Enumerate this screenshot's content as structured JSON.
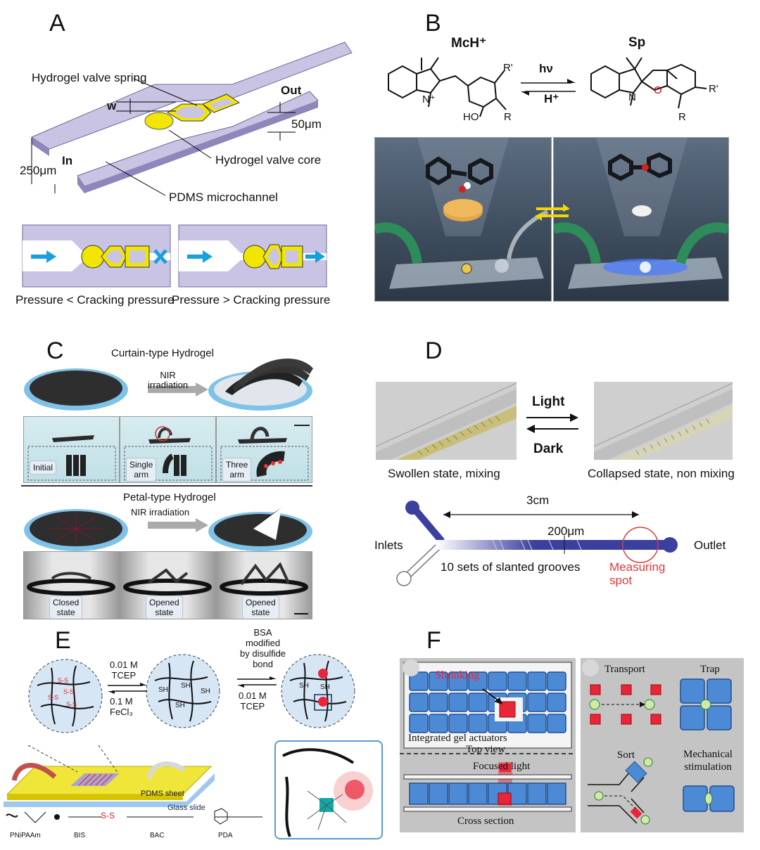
{
  "panels": {
    "a": {
      "letter": "A",
      "spring_label": "Hydrogel valve spring",
      "w_label": "w",
      "out_label": "Out",
      "height_label": "50μm",
      "width_label": "250μm",
      "in_label": "In",
      "core_label": "Hydrogel valve core",
      "channel_label": "PDMS microchannel",
      "caption_left": "Pressure < Cracking pressure",
      "caption_right": "Pressure > Cracking pressure"
    },
    "b": {
      "letter": "B",
      "left_molecule": "McH⁺",
      "right_molecule": "Sp",
      "forward": "hν",
      "reverse": "H⁺",
      "r_top": "R'",
      "r_bottom": "R",
      "ho_label": "HO",
      "n_label": "N⁺",
      "r_right": "R'",
      "r_right_bottom": "R",
      "n_label_right": "N",
      "o_label": "O"
    },
    "c": {
      "letter": "C",
      "curtain_title": "Curtain-type Hydrogel",
      "nir_label": "NIR\nirradiation",
      "states_top": [
        "Initial",
        "Single\narm",
        "Three\narm"
      ],
      "petal_title": "Petal-type Hydrogel",
      "nir_label_2": "NIR irradiation",
      "states_bottom": [
        "Closed\nstate",
        "Opened\nstate",
        "Opened\nstate"
      ]
    },
    "d": {
      "letter": "D",
      "light_label": "Light",
      "dark_label": "Dark",
      "left_caption": "Swollen state, mixing",
      "right_caption": "Collapsed state, non mixing",
      "length_label": "3cm",
      "channel_width": "200μm",
      "inlets_label": "Inlets",
      "outlet_label": "Outlet",
      "grooves_label": "10 sets of slanted grooves",
      "measuring_label": "Measuring\nspot"
    },
    "e": {
      "letter": "E",
      "step1_top": "0.01 M\nTCEP",
      "step1_bottom": "0.1 M\nFeCl₃",
      "step2_top": "BSA\nmodified\nby disulfide\nbond",
      "step2_bottom": "0.01 M\nTCEP",
      "sheet_label": "PDMS sheet",
      "glass_label": "Glass slide",
      "chem_labels": [
        "PNiPAAm",
        "BIS",
        "BAC",
        "PDA"
      ],
      "ss_label": "S-S",
      "sh_label": "SH"
    },
    "f": {
      "letter": "F",
      "shrinking": "Shrinking",
      "actuators": "Integrated gel actuators",
      "top_view": "Top view",
      "focused_light": "Focused light",
      "cross_section": "Cross section",
      "transport": "Transport",
      "trap": "Trap",
      "sort": "Sort",
      "mechanical": "Mechanical\nstimulation"
    }
  },
  "colors": {
    "channel": "#c9c4e4",
    "hydrogel": "#f2e600",
    "arrow_blue": "#18a0dc",
    "d_channel": "#3b3f9e",
    "measuring": "#e0393a",
    "f_gel": "#4d8ad6",
    "f_red": "#e8263a",
    "f_green": "#cfe9a8"
  }
}
